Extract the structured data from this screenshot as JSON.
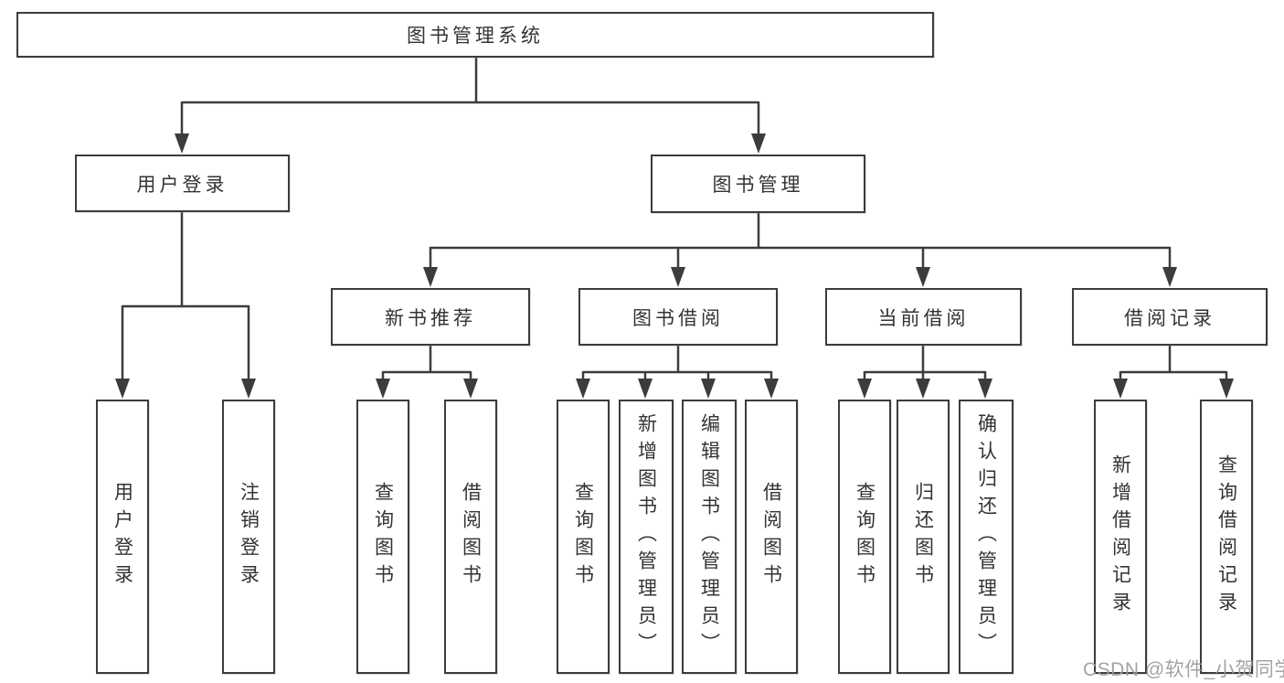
{
  "diagram": {
    "kind": "function-structure-tree",
    "background": "#ffffff",
    "line_color": "#3c3c3c",
    "box_border_color": "#3c3c3c",
    "text_color": "#333333",
    "watermark_color": "#9c9c9c"
  },
  "watermark": {
    "text": "CSDN @软件_小贺同学"
  },
  "tree": {
    "root": {
      "label": "图书管理系统",
      "children": [
        {
          "label": "用户登录",
          "children": [
            {
              "label": "用户登录"
            },
            {
              "label": "注销登录"
            }
          ]
        },
        {
          "label": "图书管理",
          "children": [
            {
              "label": "新书推荐",
              "children": [
                {
                  "label": "查询图书"
                },
                {
                  "label": "借阅图书"
                }
              ]
            },
            {
              "label": "图书借阅",
              "children": [
                {
                  "label": "查询图书"
                },
                {
                  "label": "新增图书（管理员）"
                },
                {
                  "label": "编辑图书（管理员）"
                },
                {
                  "label": "借阅图书"
                }
              ]
            },
            {
              "label": "当前借阅",
              "children": [
                {
                  "label": "查询图书"
                },
                {
                  "label": "归还图书"
                },
                {
                  "label": "确认归还（管理员）"
                }
              ]
            },
            {
              "label": "借阅记录",
              "children": [
                {
                  "label": "新增借阅记录"
                },
                {
                  "label": "查询借阅记录"
                }
              ]
            }
          ]
        }
      ]
    }
  }
}
